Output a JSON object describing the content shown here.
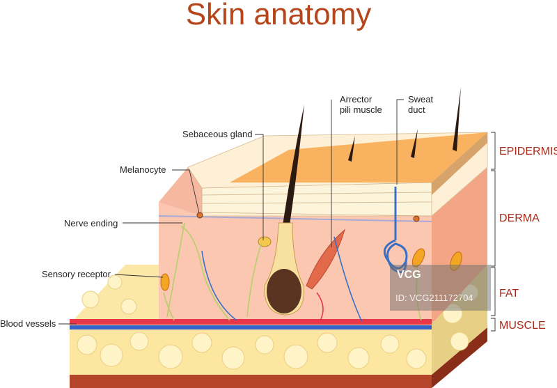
{
  "title": "Skin anatomy",
  "labels": {
    "sebaceous_gland": "Sebaceous gland",
    "melanocyte": "Melanocyte",
    "nerve_ending": "Nerve ending",
    "sensory_receptor": "Sensory receptor",
    "blood_vessels": "Blood vessels",
    "arrector_1": "Arrector",
    "arrector_2": "pili muscle",
    "sweat_1": "Sweat",
    "sweat_2": "duct"
  },
  "layers": {
    "epidermis": "EPIDERMIS",
    "derma": "DERMA",
    "fat": "FAT",
    "muscle": "MUSCLE"
  },
  "watermark": {
    "logo": "VCG",
    "id": "ID: VCG211172704"
  },
  "colors": {
    "title": "#b5451b",
    "layer_label": "#a52a1a"
  }
}
